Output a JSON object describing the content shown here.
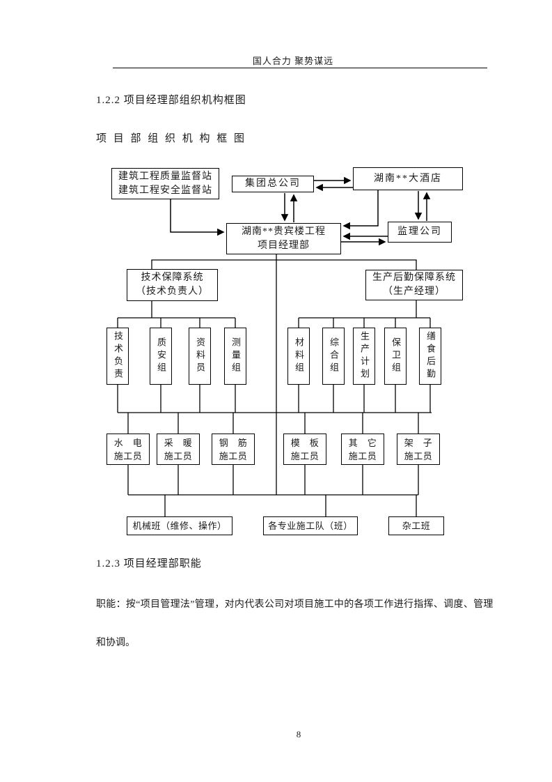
{
  "colors": {
    "line": "#000000",
    "text": "#1a1a1a",
    "background": "#ffffff"
  },
  "header": {
    "motto": "国人合力 聚势谋远"
  },
  "sections": {
    "s122_title": "1.2.2 项目经理部组织机构框图",
    "chart_caption": "项 目 部 组 织 机 构 框 图",
    "s123_title": "1.2.3 项目经理部职能",
    "s123_para_line1": "职能：按“项目管理法”管理，对内代表公司对项目施工中的各项工作进行指挥、调度、管理",
    "s123_para_line2": "和协调。"
  },
  "page_number": "8",
  "diagram": {
    "quality_station": {
      "line1": "建筑工程质量监督站",
      "line2": "建筑工程安全监督站"
    },
    "group_company": "集团总公司",
    "hotel": "湖南**大酒店",
    "project_dept": {
      "line1": "湖南**贵宾楼工程",
      "line2": "项目经理部"
    },
    "supervision_company": "监理公司",
    "tech_system": {
      "line1": "技术保障系统",
      "line2": "（技术负责人）"
    },
    "logistics_system": {
      "line1": "生产后勤保障系统",
      "line2": "（生产经理）"
    },
    "tech_groups": [
      "技术负责",
      "质安组",
      "资料员",
      "测量组"
    ],
    "logistics_groups": [
      "材料组",
      "综合组",
      "生产计划",
      "保卫组",
      "缮食后勤"
    ],
    "constructors": [
      {
        "l1": "水　电",
        "l2": "施工员"
      },
      {
        "l1": "采　暖",
        "l2": "施工员"
      },
      {
        "l1": "钢　筋",
        "l2": "施工员"
      },
      {
        "l1": "模　板",
        "l2": "施工员"
      },
      {
        "l1": "其　它",
        "l2": "施工员"
      },
      {
        "l1": "架　子",
        "l2": "施工员"
      }
    ],
    "teams": [
      "机械班（维修、操作）",
      "各专业施工队（班）",
      "杂工班"
    ]
  }
}
